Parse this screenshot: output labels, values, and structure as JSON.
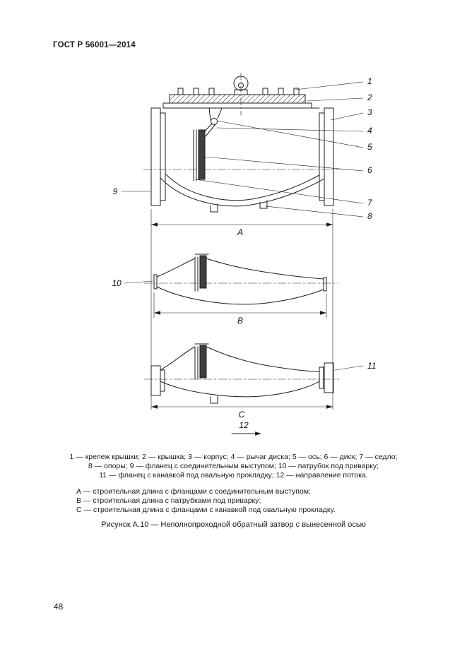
{
  "page": {
    "header": "ГОСТ Р 56001—2014",
    "page_number": "48"
  },
  "colors": {
    "ink": "#1c1c1c",
    "disc_fill": "#3f3f3f",
    "paper": "#ffffff"
  },
  "figure": {
    "caption": "Рисунок А.10 — Неполнопроходной обратный затвор с вынесенной осью",
    "callouts": [
      "1",
      "2",
      "3",
      "4",
      "5",
      "6",
      "7",
      "8",
      "9",
      "10",
      "11",
      "12"
    ],
    "dimension_labels": [
      "А",
      "В",
      "С"
    ],
    "legend_lines": [
      "1 — крепеж крышки; 2 — крышка; 3 — корпус; 4 — рычаг диска; 5 — ось; 6 — диск; 7 — седло;",
      "8 — опоры; 9 — фланец с соединительным выступом; 10 — патрубок под приварку;",
      "11 — фланец с канавкой под овальную прокладку; 12 — направление потока."
    ],
    "dimension_notes": [
      "А — строительная длина с фланцами с соединительным выступом;",
      "В — строительная длина с патрубками под приварку;",
      "С — строительная длина с фланцами с канавкой под овальную прокладку."
    ]
  }
}
